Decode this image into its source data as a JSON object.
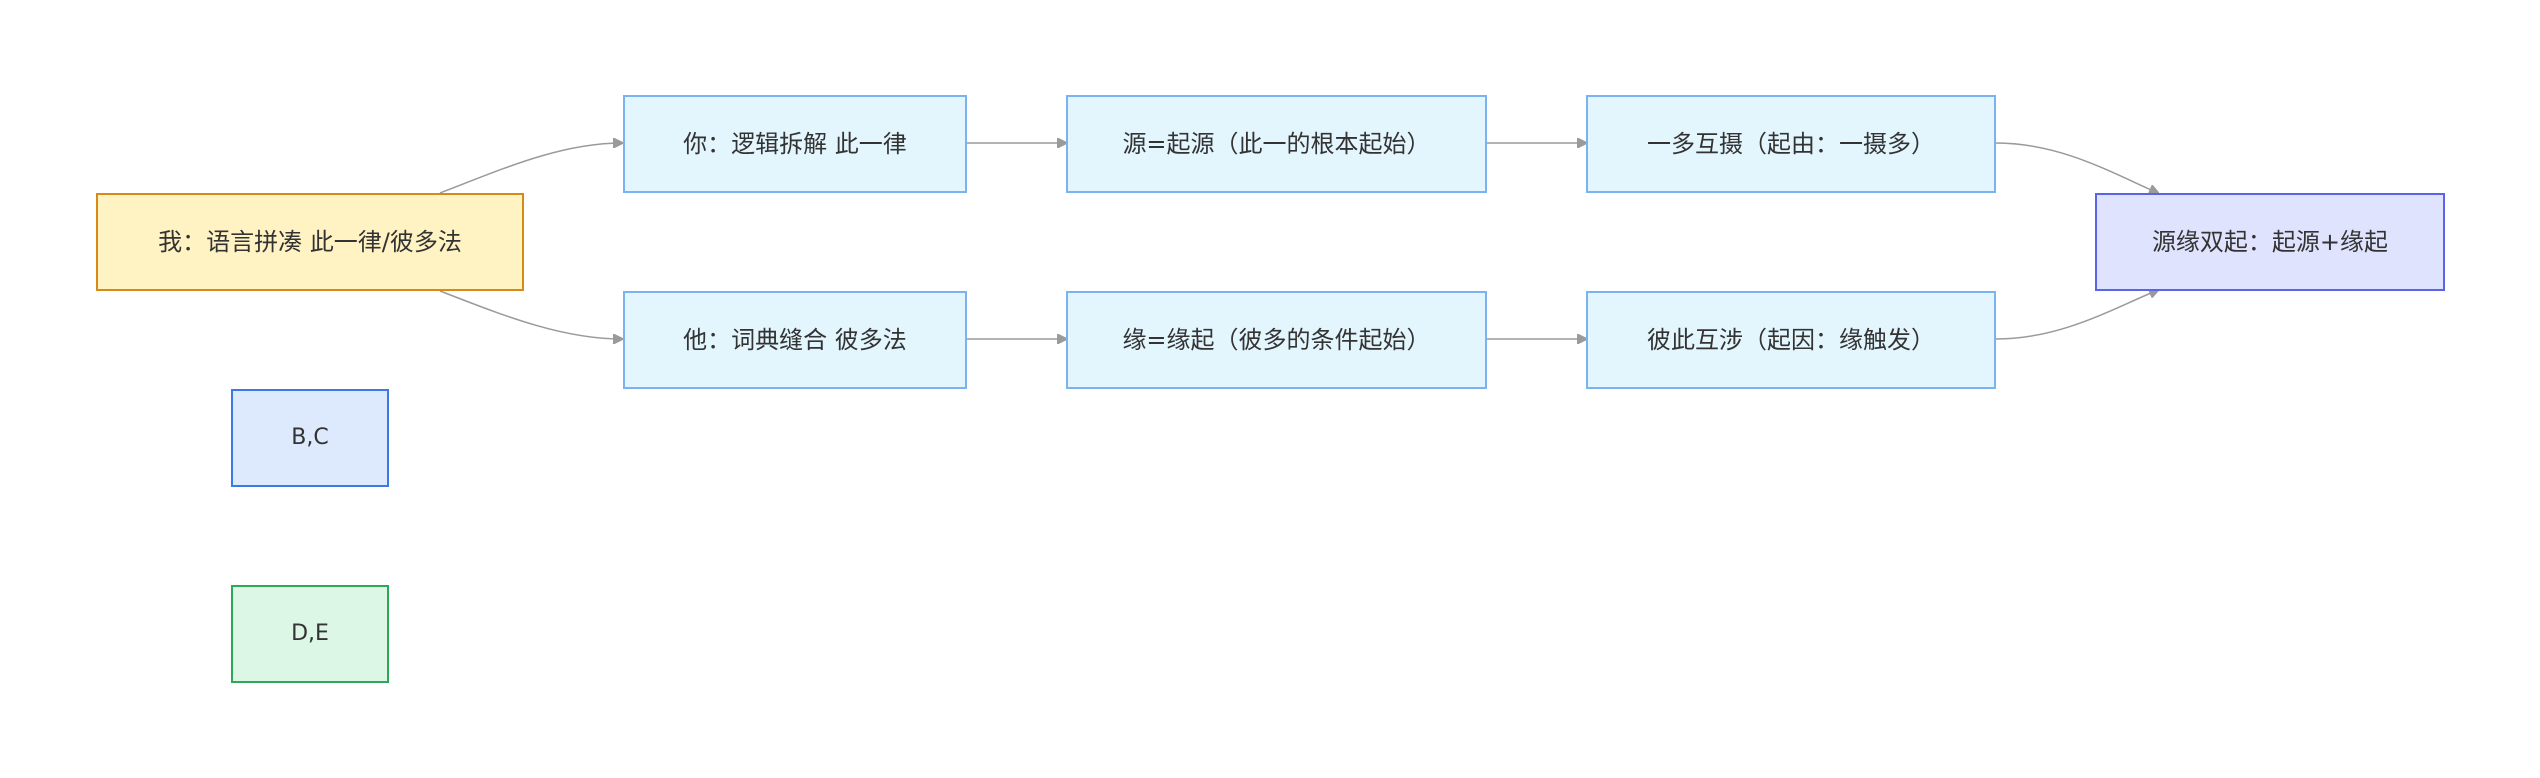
{
  "nodes": {
    "me": {
      "label": "我：语言拼凑 此一律/彼多法"
    },
    "you": {
      "label": "你：逻辑拆解 此一律"
    },
    "he": {
      "label": "他：词典缝合 彼多法"
    },
    "yuan_origin": {
      "label": "源=起源（此一的根本起始）"
    },
    "yuan_cond": {
      "label": "缘=缘起（彼多的条件起始）"
    },
    "one_many": {
      "label": "一多互摄（起由：一摄多）"
    },
    "this_that": {
      "label": "彼此互涉（起因：缘触发）"
    },
    "dual": {
      "label": "源缘双起：起源+缘起"
    },
    "bc": {
      "label": "B,C"
    },
    "de": {
      "label": "D,E"
    }
  },
  "edges": [
    [
      "me",
      "you"
    ],
    [
      "me",
      "he"
    ],
    [
      "you",
      "yuan_origin"
    ],
    [
      "yuan_origin",
      "one_many"
    ],
    [
      "one_many",
      "dual"
    ],
    [
      "he",
      "yuan_cond"
    ],
    [
      "yuan_cond",
      "this_that"
    ],
    [
      "this_that",
      "dual"
    ]
  ],
  "colors": {
    "edge": "#9a9a9a",
    "start_fill": "#fff3c4",
    "start_border": "#d88a16",
    "step_fill": "#e3f5fd",
    "step_border": "#7ab3f0",
    "end_fill": "#e0e3fd",
    "end_border": "#5a64e6"
  }
}
